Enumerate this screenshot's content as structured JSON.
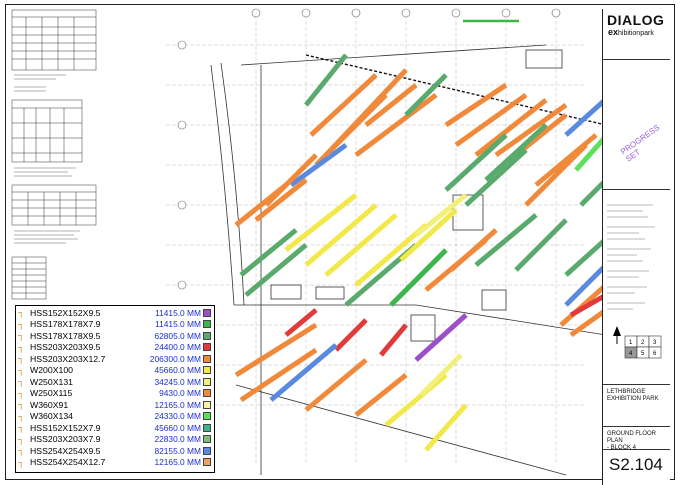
{
  "title_block": {
    "logo_main": "DIALOG",
    "logo_sub_prefix": "ex",
    "logo_sub": "hibitionpark",
    "stamp": "PROGRESS SET",
    "project_line1": "LETHBRIDGE",
    "project_line2": "EXHIBITION PARK",
    "plan_line1": "GROUND FLOOR PLAN",
    "plan_line2": "- BLOCK 4",
    "sheet_number": "S2.104",
    "keyplan_cells": [
      "1",
      "2",
      "3",
      "4",
      "5",
      "6"
    ],
    "north_arrow": "north-arrow"
  },
  "legend": {
    "rows": [
      {
        "section": "HSS152X152X9.5",
        "length": "11415.0 MM",
        "color": "#9b4fc8"
      },
      {
        "section": "HSS178X178X7.9",
        "length": "11415.0 MM",
        "color": "#3cb54a"
      },
      {
        "section": "HSS178X178X9.5",
        "length": "62805.0 MM",
        "color": "#5aaa6e"
      },
      {
        "section": "HSS203X203X9.5",
        "length": "24400.0 MM",
        "color": "#e03a3a"
      },
      {
        "section": "HSS203X203X12.7",
        "length": "206300.0 MM",
        "color": "#f08a3a"
      },
      {
        "section": "W200X100",
        "length": "45660.0 MM",
        "color": "#f2e84a"
      },
      {
        "section": "W250X131",
        "length": "34245.0 MM",
        "color": "#f3f07a"
      },
      {
        "section": "W250X115",
        "length": "9430.0 MM",
        "color": "#f08a3a"
      },
      {
        "section": "W360X91",
        "length": "12165.0 MM",
        "color": "#f4f49a"
      },
      {
        "section": "W360X134",
        "length": "24330.0 MM",
        "color": "#5ee05a"
      },
      {
        "section": "HSS152X152X7.9",
        "length": "45660.0 MM",
        "color": "#3cb58a"
      },
      {
        "section": "HSS203X203X7.9",
        "length": "22830.0 MM",
        "color": "#7dbf7a"
      },
      {
        "section": "HSS254X254X9.5",
        "length": "82155.0 MM",
        "color": "#5a8ae0"
      },
      {
        "section": "HSS254X254X12.7",
        "length": "12165.0 MM",
        "color": "#f0a060"
      }
    ]
  }
}
